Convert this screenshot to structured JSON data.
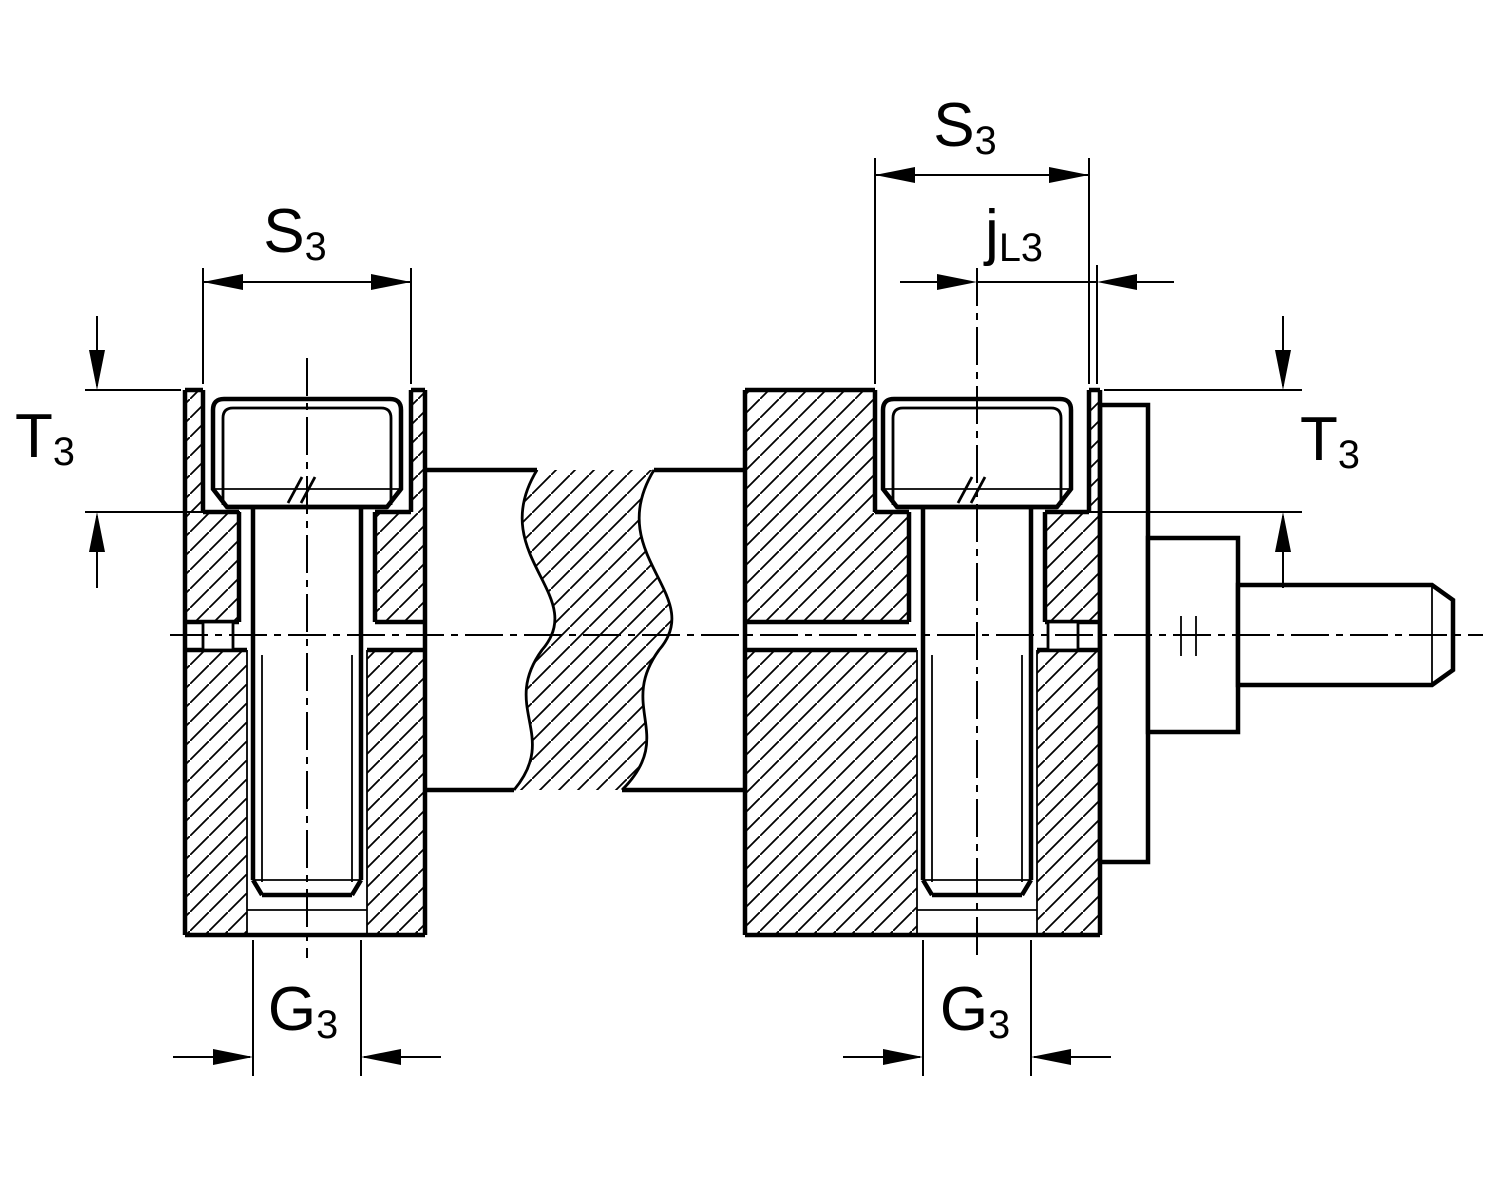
{
  "colors": {
    "line": "#000000",
    "background": "#ffffff"
  },
  "dimensions": {
    "left": {
      "s": {
        "main": "S",
        "sub": "3"
      },
      "t": {
        "main": "T",
        "sub": "3"
      },
      "g": {
        "main": "G",
        "sub": "3"
      }
    },
    "right": {
      "s": {
        "main": "S",
        "sub": "3"
      },
      "j": {
        "main": "j",
        "sub": "L3"
      },
      "t": {
        "main": "T",
        "sub": "3"
      },
      "g": {
        "main": "G",
        "sub": "3"
      }
    }
  }
}
